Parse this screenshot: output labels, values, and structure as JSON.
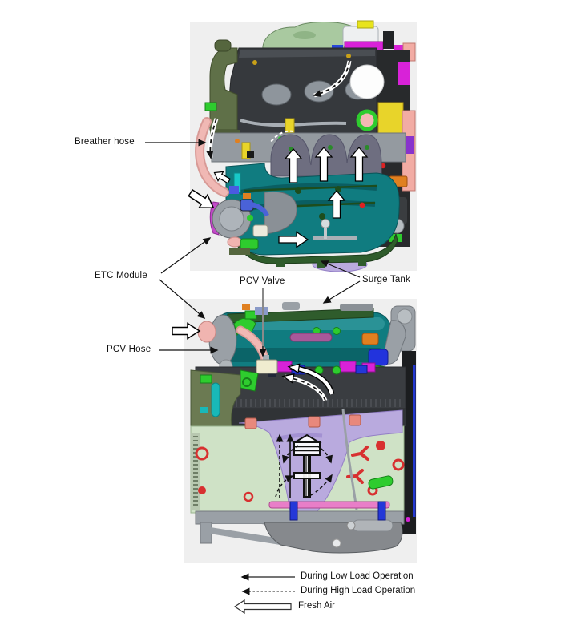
{
  "diagram": {
    "labels": {
      "breather_hose": "Breather hose",
      "etc_module": "ETC Module",
      "pcv_valve": "PCV Valve",
      "surge_tank": "Surge Tank",
      "pcv_hose": "PCV Hose"
    },
    "legend": [
      {
        "style": "solid-arrow",
        "label": "During Low Load Operation"
      },
      {
        "style": "dashed-arrow",
        "label": "During High Load Operation"
      },
      {
        "style": "hollow-arrow",
        "label": "Fresh Air"
      }
    ],
    "colors": {
      "surge_tank_teal": "#107c80",
      "manifold_green": "#2f5c2c",
      "hose_pink": "#f0b4b0",
      "blowby_lavender": "#b9aade",
      "block_green": "#cfe2c6",
      "cover_dark": "#3a3d41",
      "metal_gray": "#9aa0a6",
      "backdrop": "#efefef"
    }
  }
}
